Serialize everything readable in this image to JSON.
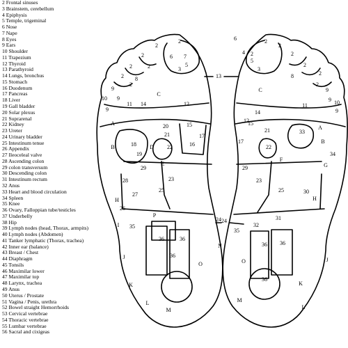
{
  "legend": [
    "2  Frontal sinuses",
    "3 Brainstem, cerebellum",
    "4 Epiphysis",
    "5 Temple, trigeminal",
    "6 Nose",
    "7 Nape",
    "8 Eyes",
    "9 Ears",
    "10 Shoulder",
    "11 Trapezium",
    "12 Thyroid",
    "13 Parathyroid",
    "14 Lungs, bronchus",
    "15 Stomach",
    "16 Duodenum",
    "17 Pancreas",
    "18 Liver",
    "19 Gall bladder",
    "20 Solar plexus",
    "21 Suprarenal",
    "22 Kidney",
    "23 Ureter",
    "24 Urinary bladder",
    "25 Intestinum tenue",
    "26 Appendix",
    "27 Ileoceleal valve",
    "28 Ascending colon",
    "29 colon transversum",
    "30 Descending colon",
    "31 Intestinum rectum",
    "32 Anus",
    "33 Heart and blood circulation",
    "34 Spleen",
    "35 Knee",
    "36 Ovary, Falloppian tube/testicles",
    "37 Underbelly",
    "38 Hip",
    "39 Lymph nodes (head, Thorax, armpits)",
    "40 Lymph nodes (Abdomen)",
    "41 Tanker lymphatic (Thorax, trachea)",
    "42 Inner ear (balance)",
    "43 Breast / Chest",
    "44 Diaphragm",
    "45 Tonsils",
    "46 Maximilar lower",
    "47 Maximilar top",
    "48 Larynx, trachea",
    "49 Anus",
    "50 Uterus / Prostate",
    "51 Vagina / Penis, urethra",
    "52 Bowel straight Hemorrhoids",
    "53 Cervical vertebrae",
    "54 Thoracic vertebrae",
    "55 Lumbar vertebrae",
    "56 Sacral and cixigeas"
  ],
  "left_foot_labels": [
    "2",
    "2",
    "2",
    "2",
    "2",
    "2",
    "2",
    "6",
    "7",
    "5",
    "3",
    "8",
    "9",
    "9",
    "9",
    "10",
    "11",
    "14",
    "12",
    "C",
    "A",
    "B",
    "18",
    "19",
    "20",
    "21",
    "D",
    "22",
    "15",
    "16",
    "17",
    "E",
    "29",
    "23",
    "28",
    "27",
    "25",
    "H",
    "26",
    "I",
    "P",
    "35",
    "36",
    "36",
    "J",
    "36",
    "O",
    "K",
    "L",
    "M"
  ],
  "right_foot_labels": [
    "6",
    "2",
    "2",
    "2",
    "2",
    "2",
    "2",
    "2",
    "4",
    "5",
    "3",
    "8",
    "9",
    "9",
    "9",
    "10",
    "C",
    "11",
    "14",
    "12",
    "15",
    "A",
    "33",
    "B",
    "17",
    "21",
    "22",
    "F",
    "34",
    "G",
    "29",
    "23",
    "25",
    "30",
    "H",
    "24",
    "32",
    "31",
    "36",
    "36",
    "35",
    "N",
    "O",
    "J",
    "36",
    "K",
    "M",
    "L"
  ],
  "connector_labels": [
    "13",
    "24"
  ]
}
